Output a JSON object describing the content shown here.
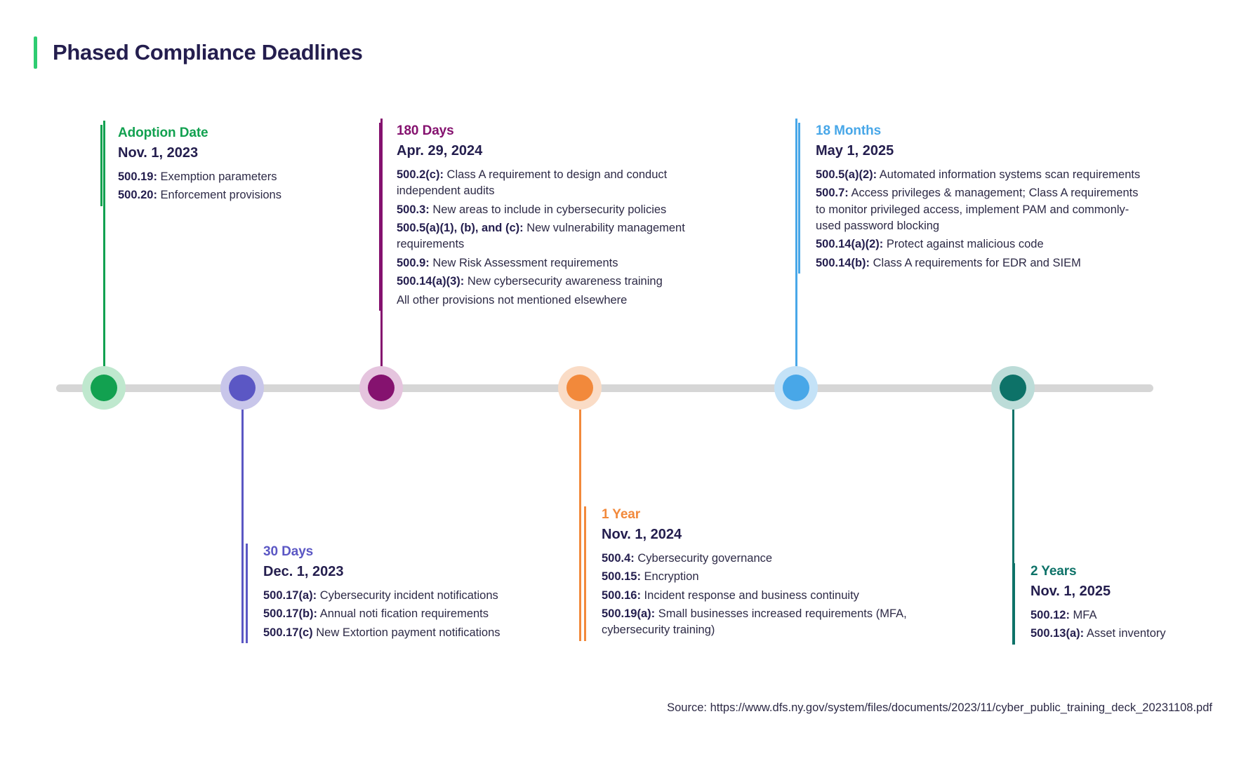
{
  "header": {
    "title": "Phased Compliance Deadlines",
    "accent_bar_color": "#2ecc71"
  },
  "timeline": {
    "axis_color": "#d6d6d6",
    "milestones": [
      {
        "phase": "Adoption Date",
        "date": "Nov. 1, 2023",
        "color": "#12a150",
        "halo": "#bfe8ce",
        "position": "above",
        "items": [
          {
            "code": "500.19:",
            "text": " Exemption parameters"
          },
          {
            "code": "500.20:",
            "text": " Enforcement provisions"
          }
        ]
      },
      {
        "phase": "30 Days",
        "date": "Dec. 1, 2023",
        "color": "#5b57c4",
        "halo": "#c8c6ea",
        "position": "below",
        "items": [
          {
            "code": "500.17(a):",
            "text": " Cybersecurity incident notifications"
          },
          {
            "code": "500.17(b):",
            "text": " Annual noti fication requirements"
          },
          {
            "code": "500.17(c)",
            "text": " New Extortion payment notifications"
          }
        ]
      },
      {
        "phase": "180 Days",
        "date": "Apr. 29, 2024",
        "color": "#85126f",
        "halo": "#e5c4de",
        "position": "above",
        "items": [
          {
            "code": "500.2(c):",
            "text": " Class A requirement to design and conduct independent audits"
          },
          {
            "code": "500.3:",
            "text": " New areas to include in cybersecurity policies"
          },
          {
            "code": "500.5(a)(1), (b), and (c):",
            "text": " New vulnerability management requirements"
          },
          {
            "code": "500.9:",
            "text": " New Risk Assessment requirements"
          },
          {
            "code": "500.14(a)(3):",
            "text": " New cybersecurity awareness training"
          },
          {
            "code": "",
            "text": "All other provisions not mentioned elsewhere"
          }
        ]
      },
      {
        "phase": "1 Year",
        "date": "Nov. 1, 2024",
        "color": "#f2893b",
        "halo": "#fadcc6",
        "position": "below",
        "items": [
          {
            "code": "500.4:",
            "text": " Cybersecurity governance"
          },
          {
            "code": "500.15:",
            "text": " Encryption"
          },
          {
            "code": "500.16:",
            "text": " Incident response and business continuity"
          },
          {
            "code": "500.19(a):",
            "text": " Small businesses increased requirements (MFA, cybersecurity training)"
          }
        ]
      },
      {
        "phase": "18 Months",
        "date": "May 1, 2025",
        "color": "#48a7e8",
        "halo": "#c4e2f7",
        "position": "above",
        "items": [
          {
            "code": "500.5(a)(2):",
            "text": " Automated information systems scan requirements"
          },
          {
            "code": "500.7:",
            "text": " Access privileges & management; Class A requirements to monitor privileged access, implement PAM and commonly-used password blocking"
          },
          {
            "code": "500.14(a)(2):",
            "text": " Protect against malicious code"
          },
          {
            "code": "500.14(b):",
            "text": " Class A requirements for EDR and SIEM"
          }
        ]
      },
      {
        "phase": "2 Years",
        "date": "Nov. 1, 2025",
        "color": "#0d7268",
        "halo": "#bcdcd8",
        "position": "below",
        "items": [
          {
            "code": "500.12:",
            "text": " MFA"
          },
          {
            "code": "500.13(a):",
            "text": " Asset inventory"
          }
        ]
      }
    ]
  },
  "footer": {
    "source": "Source: https://www.dfs.ny.gov/system/files/documents/2023/11/cyber_public_training_deck_20231108.pdf"
  }
}
